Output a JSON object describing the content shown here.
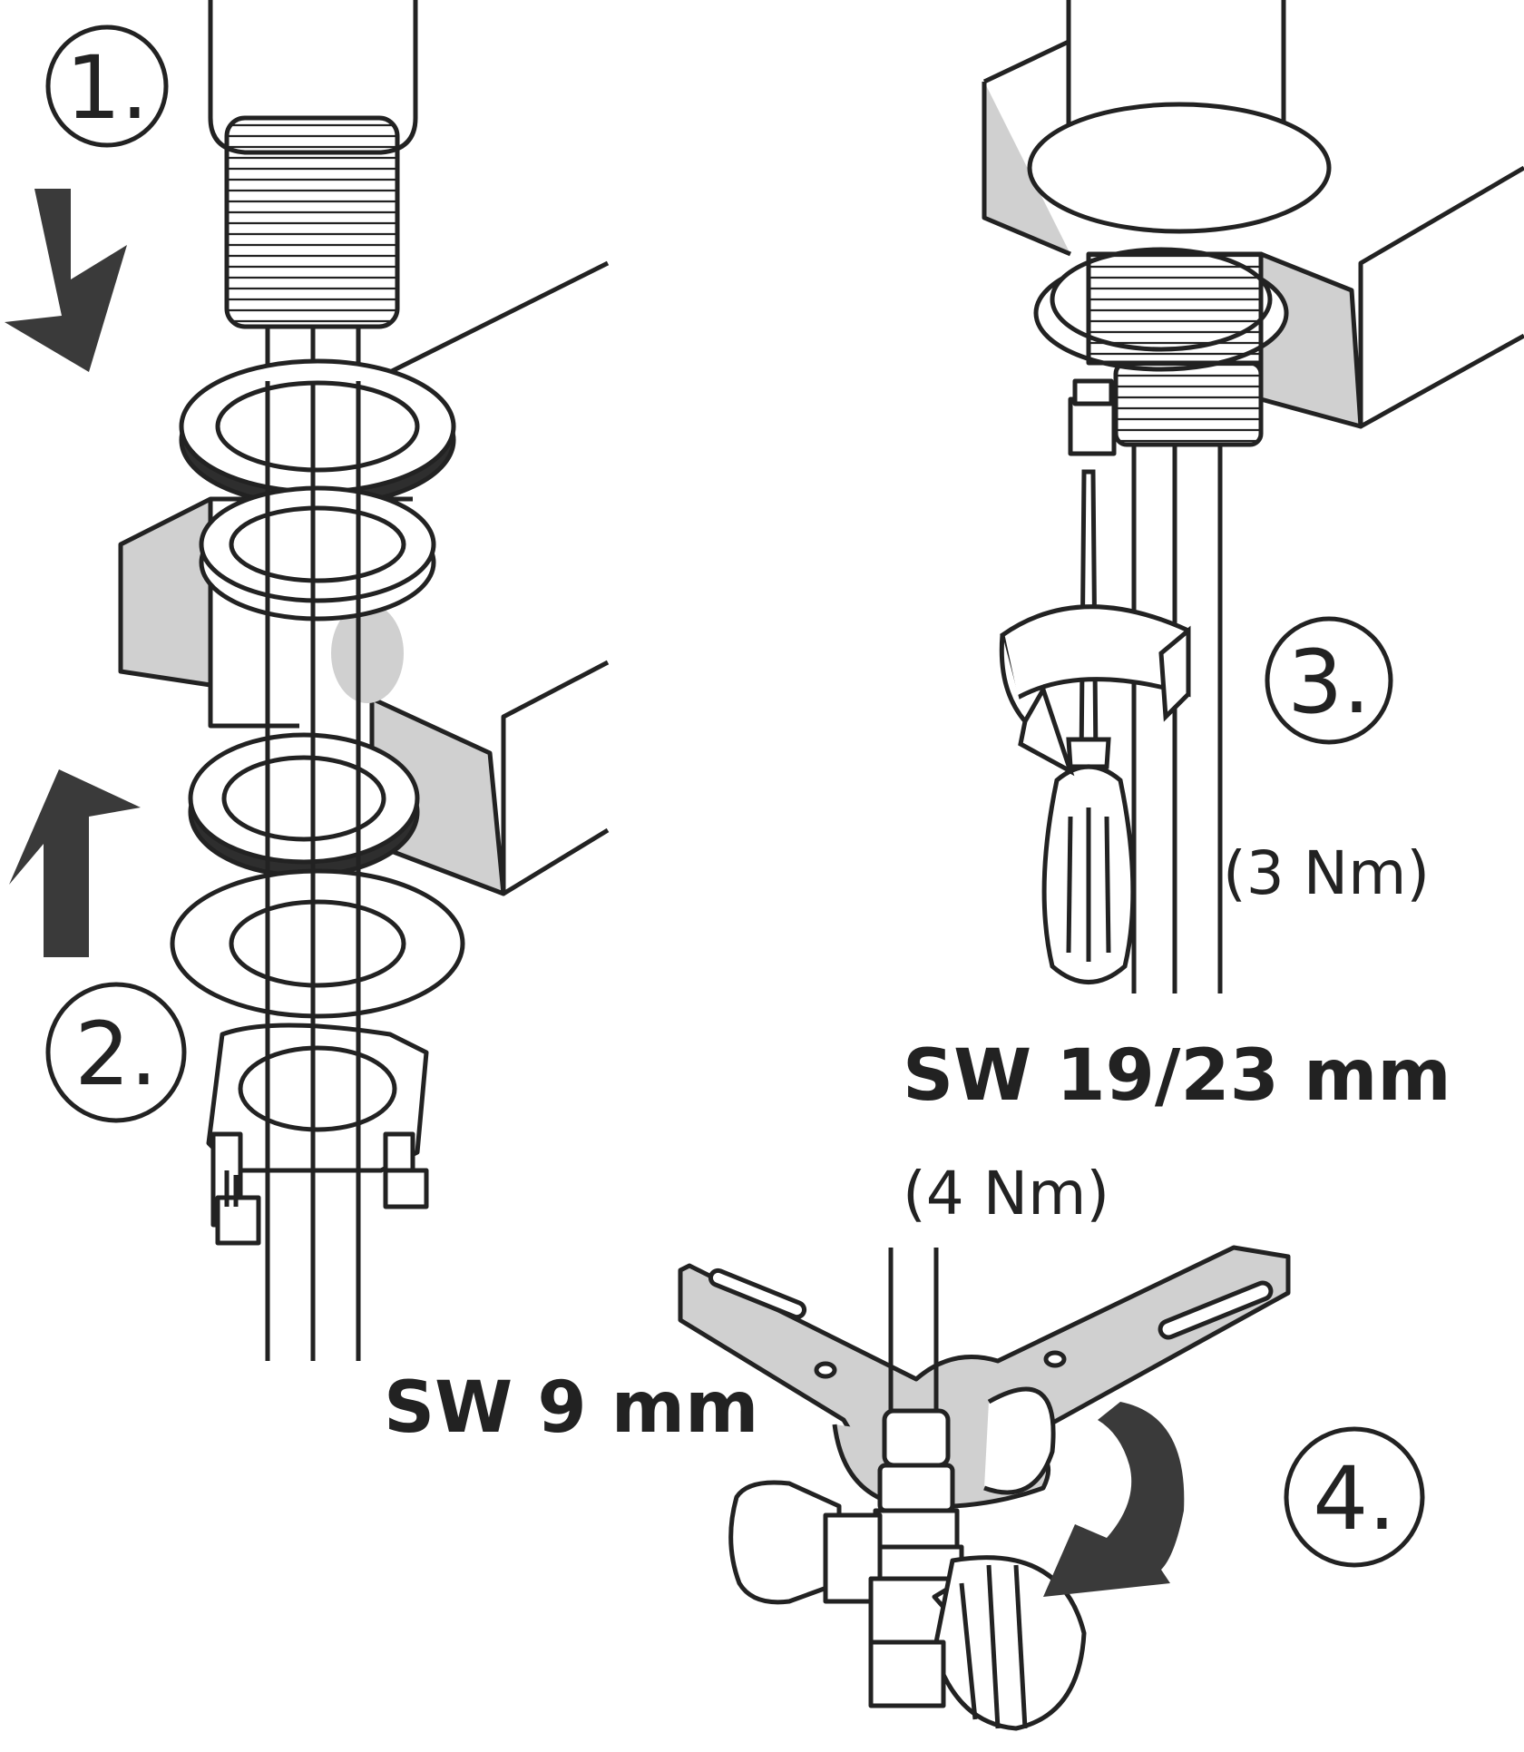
{
  "steps": [
    {
      "number": "1."
    },
    {
      "number": "2."
    },
    {
      "number": "3."
    },
    {
      "number": "4."
    }
  ],
  "labels": {
    "torque_screwdriver": "(3 Nm)",
    "wrench_large": "SW 19/23 mm",
    "torque_wrench": "(4 Nm)",
    "wrench_small": "SW 9 mm"
  },
  "colors": {
    "line": "#222222",
    "fill_gray": "#d0d0d0",
    "fill_dark": "#3a3a3a",
    "background": "#ffffff"
  },
  "icons": [
    "arrow-down-icon",
    "arrow-up-icon",
    "rotate-arrow-icon"
  ]
}
